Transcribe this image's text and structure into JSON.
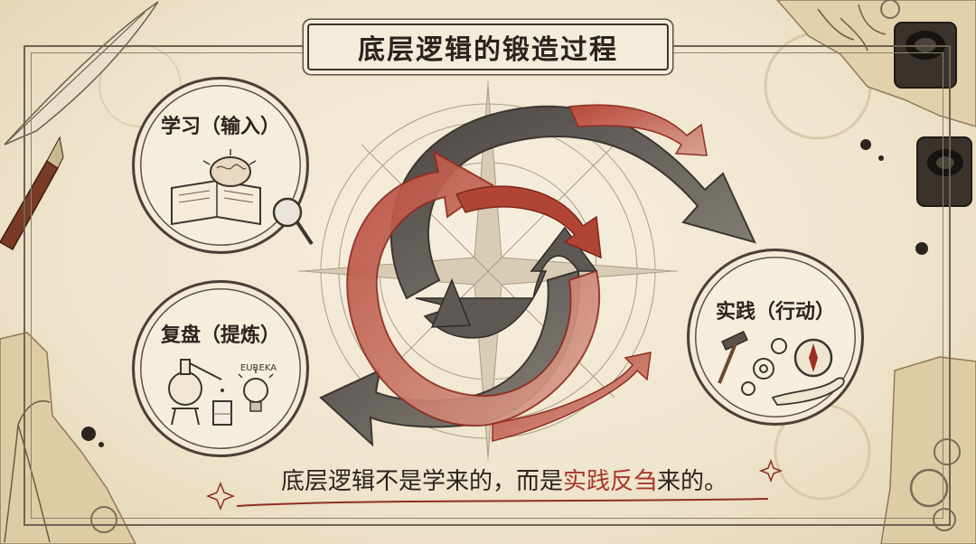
{
  "title": "底层逻辑的锻造过程",
  "nodes": {
    "learn": "学习（输入）",
    "review": "复盘（提炼）",
    "practice": "实践（行动）"
  },
  "icon_labels": {
    "eureka": "EUREKA"
  },
  "motto": {
    "part1": "底层逻辑不是学来的，而是",
    "highlight": "实践反刍",
    "part2": "来的。"
  },
  "colors": {
    "paper": "#efe6d2",
    "ink": "#2a241e",
    "red_accent": "#a8352a",
    "grey_arrow": "#6b6661"
  }
}
